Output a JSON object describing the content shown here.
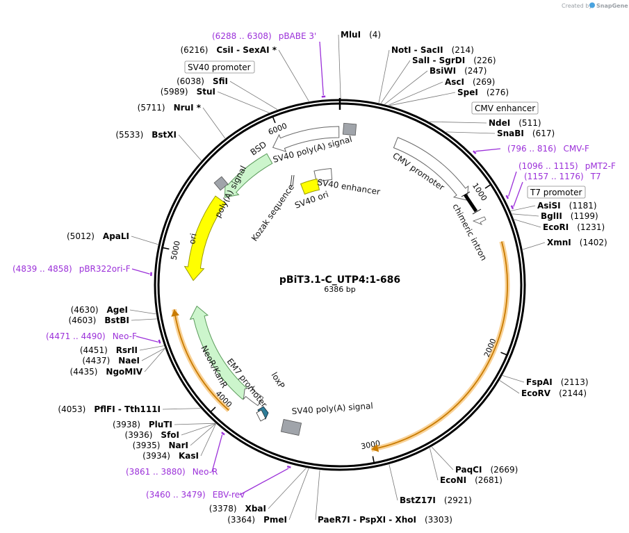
{
  "credit": {
    "prefix": "Created by",
    "brand": "SnapGene"
  },
  "plasmid": {
    "name": "pBiT3.1-C_UTP4:1-686",
    "size": "6386 bp"
  },
  "ticks": [
    "1000",
    "2000",
    "3000",
    "4000",
    "5000",
    "6000"
  ],
  "sites": [
    {
      "key": "mlui",
      "pos": "(4)",
      "name": "MluI"
    },
    {
      "key": "noti",
      "pos": "(214)",
      "name": "NotI  - SacII"
    },
    {
      "key": "sali",
      "pos": "(226)",
      "name": "SalI  - SgrDI"
    },
    {
      "key": "bsiwi",
      "pos": "(247)",
      "name": "BsiWI"
    },
    {
      "key": "asci",
      "pos": "(269)",
      "name": "AscI"
    },
    {
      "key": "spei",
      "pos": "(276)",
      "name": "SpeI"
    },
    {
      "key": "ndei",
      "pos": "(511)",
      "name": "NdeI"
    },
    {
      "key": "snabi",
      "pos": "(617)",
      "name": "SnaBI"
    },
    {
      "key": "asisi",
      "pos": "(1181)",
      "name": "AsiSI"
    },
    {
      "key": "bglii",
      "pos": "(1199)",
      "name": "BglII"
    },
    {
      "key": "ecori",
      "pos": "(1231)",
      "name": "EcoRI"
    },
    {
      "key": "xmni",
      "pos": "(1402)",
      "name": "XmnI"
    },
    {
      "key": "fspai",
      "pos": "(2113)",
      "name": "FspAI"
    },
    {
      "key": "ecorv",
      "pos": "(2144)",
      "name": "EcoRV"
    },
    {
      "key": "paqci",
      "pos": "(2669)",
      "name": "PaqCI"
    },
    {
      "key": "econi",
      "pos": "(2681)",
      "name": "EcoNI"
    },
    {
      "key": "bstz17i",
      "pos": "(2921)",
      "name": "BstZ17I"
    },
    {
      "key": "paer7i",
      "pos": "(3303)",
      "name": "PaeR7I  - PspXI  - XhoI"
    },
    {
      "key": "xbai",
      "pos": "(3378)",
      "name": "XbaI"
    },
    {
      "key": "pmei",
      "pos": "(3364)",
      "name": "PmeI"
    },
    {
      "key": "kasi",
      "pos": "(3934)",
      "name": "KasI"
    },
    {
      "key": "nari",
      "pos": "(3935)",
      "name": "NarI"
    },
    {
      "key": "sfoi",
      "pos": "(3936)",
      "name": "SfoI"
    },
    {
      "key": "pluti",
      "pos": "(3938)",
      "name": "PluTI"
    },
    {
      "key": "pflfi",
      "pos": "(4053)",
      "name": "PflFI  - Tth111I"
    },
    {
      "key": "ngomiv",
      "pos": "(4435)",
      "name": "NgoMIV"
    },
    {
      "key": "naei",
      "pos": "(4437)",
      "name": "NaeI"
    },
    {
      "key": "rsrii",
      "pos": "(4451)",
      "name": "RsrII"
    },
    {
      "key": "bstbi",
      "pos": "(4603)",
      "name": "BstBI"
    },
    {
      "key": "agei",
      "pos": "(4630)",
      "name": "AgeI"
    },
    {
      "key": "apali",
      "pos": "(5012)",
      "name": "ApaLI"
    },
    {
      "key": "bstxi",
      "pos": "(5533)",
      "name": "BstXI"
    },
    {
      "key": "nrui",
      "pos": "(5711)",
      "name": "NruI *"
    },
    {
      "key": "stui",
      "pos": "(5989)",
      "name": "StuI"
    },
    {
      "key": "sfii",
      "pos": "(6038)",
      "name": "SfiI"
    },
    {
      "key": "csii",
      "pos": "(6216)",
      "name": "CsiI  - SexAI *"
    }
  ],
  "primers": [
    {
      "key": "pbabe3",
      "pos": "(6288 .. 6308)",
      "name": "pBABE 3'"
    },
    {
      "key": "cmvf",
      "pos": "(796 .. 816)",
      "name": "CMV-F"
    },
    {
      "key": "pmt2f",
      "pos": "(1096 .. 1115)",
      "name": "pMT2-F"
    },
    {
      "key": "t7",
      "pos": "(1157 .. 1176)",
      "name": "T7"
    },
    {
      "key": "pbr322",
      "pos": "(4839 .. 4858)",
      "name": "pBR322ori-F"
    },
    {
      "key": "neof",
      "pos": "(4471 .. 4490)",
      "name": "Neo-F"
    },
    {
      "key": "neor",
      "pos": "(3861 .. 3880)",
      "name": "Neo-R"
    },
    {
      "key": "ebvrev",
      "pos": "(3460 .. 3479)",
      "name": "EBV-rev"
    }
  ],
  "boxed_features": {
    "sv40_promoter_top": "SV40 promoter",
    "cmv_enhancer": "CMV enhancer",
    "t7_promoter": "T7 promoter"
  },
  "features": {
    "bsd": "BSD",
    "sv40_polya_top": "SV40 poly(A) signal",
    "polya_signal": "poly(A) signal",
    "sv40_enhancer": "SV40 enhancer",
    "sv40_ori": "SV40 ori",
    "kozak": "Kozak sequence",
    "cmv_promoter": "CMV promoter",
    "chimeric_intron": "chimeric intron",
    "ori": "ori",
    "neor_kanr": "NeoR/KanR",
    "em7_promoter": "EM7 promoter",
    "loxp": "loxP",
    "sv40_polya_bottom": "SV40 poly(A) signal"
  },
  "colors": {
    "backbone": "#000000",
    "primer": "#9b30d9",
    "orf_insert": "#f4a530",
    "marker_fill": "#ccf5cc",
    "marker_stroke": "#5a9a5a",
    "ori_fill": "#ffff00",
    "terminator": "#a0a4aa",
    "loxp": "#2e7d98",
    "promoter_fill": "#ffffff"
  }
}
